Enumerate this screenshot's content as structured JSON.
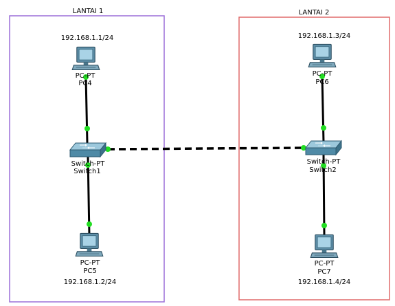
{
  "areas": [
    {
      "label": "LANTAI 1",
      "border_color": "#9b6fd8"
    },
    {
      "label": "LANTAI 2",
      "border_color": "#e06b6b"
    }
  ],
  "devices": {
    "pc4": {
      "type": "PC-PT",
      "name": "PC4",
      "ip": "192.168.1.1/24",
      "icon": "pc-icon"
    },
    "pc5": {
      "type": "PC-PT",
      "name": "PC5",
      "ip": "192.168.1.2/24",
      "icon": "pc-icon"
    },
    "pc6": {
      "type": "PC-PT",
      "name": "PC6",
      "ip": "192.168.1.3/24",
      "icon": "pc-icon"
    },
    "pc7": {
      "type": "PC-PT",
      "name": "PC7",
      "ip": "192.168.1.4/24",
      "icon": "pc-icon"
    },
    "switch1": {
      "type": "Switch-PT",
      "name": "Switch1",
      "icon": "switch-icon"
    },
    "switch2": {
      "type": "Switch-PT",
      "name": "Switch2",
      "icon": "switch-icon"
    }
  },
  "links": [
    {
      "from": "pc4",
      "to": "switch1",
      "style": "solid"
    },
    {
      "from": "pc5",
      "to": "switch1",
      "style": "solid"
    },
    {
      "from": "pc6",
      "to": "switch2",
      "style": "solid"
    },
    {
      "from": "pc7",
      "to": "switch2",
      "style": "solid"
    },
    {
      "from": "switch1",
      "to": "switch2",
      "style": "dashed"
    }
  ],
  "colors": {
    "link": "#000000",
    "link_up_dot": "#22dd22",
    "pc_body": "#5e8fa8",
    "pc_screen": "#a9d3e6",
    "switch_body": "#4f8aa6",
    "switch_top": "#9cc8dc"
  }
}
